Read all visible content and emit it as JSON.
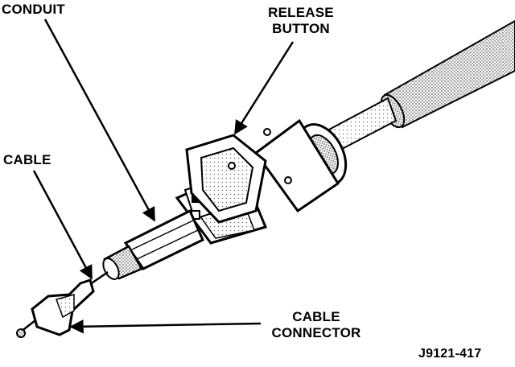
{
  "labels": {
    "conduit": "CONDUIT",
    "release_line1": "RELEASE",
    "release_line2": "BUTTON",
    "cable": "CABLE",
    "connector_line1": "CABLE",
    "connector_line2": "CONNECTOR",
    "figure_id": "J9121-417"
  },
  "colors": {
    "ink": "#000000",
    "shade": "#9a9a9a",
    "background": "#ffffff"
  }
}
